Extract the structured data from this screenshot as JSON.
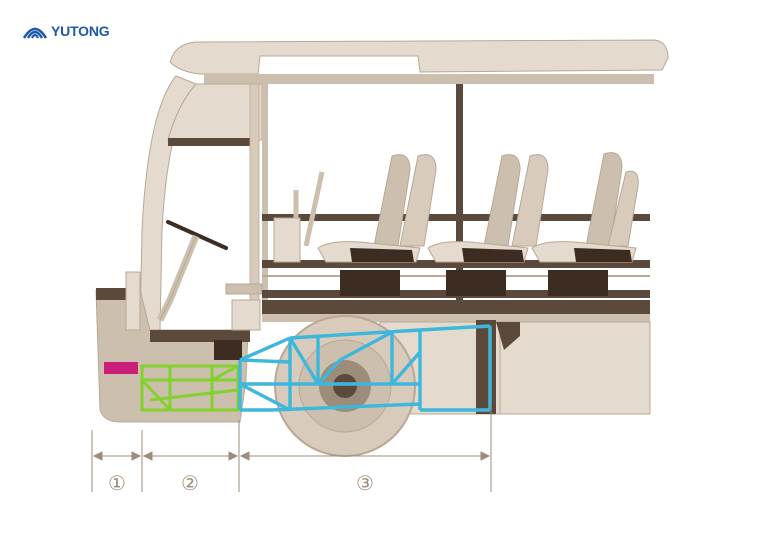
{
  "brand": {
    "name": "YUTONG",
    "color": "#1d59a8"
  },
  "colors": {
    "body_light": "#e4dacd",
    "body_mid": "#cdbfae",
    "body_outline": "#b8a896",
    "frame_dark": "#5b4a3c",
    "seat_dark": "#3c2c22",
    "module_front": "#cc1f7a",
    "module_green": "#83d12c",
    "module_blue": "#3eb7dc",
    "dimension_line": "#9d8c7a"
  },
  "zones": [
    {
      "label": "①"
    },
    {
      "label": "②"
    },
    {
      "label": "③"
    }
  ],
  "icons": [
    "yutong-logo-icon",
    "dimension-arrow-icon"
  ]
}
